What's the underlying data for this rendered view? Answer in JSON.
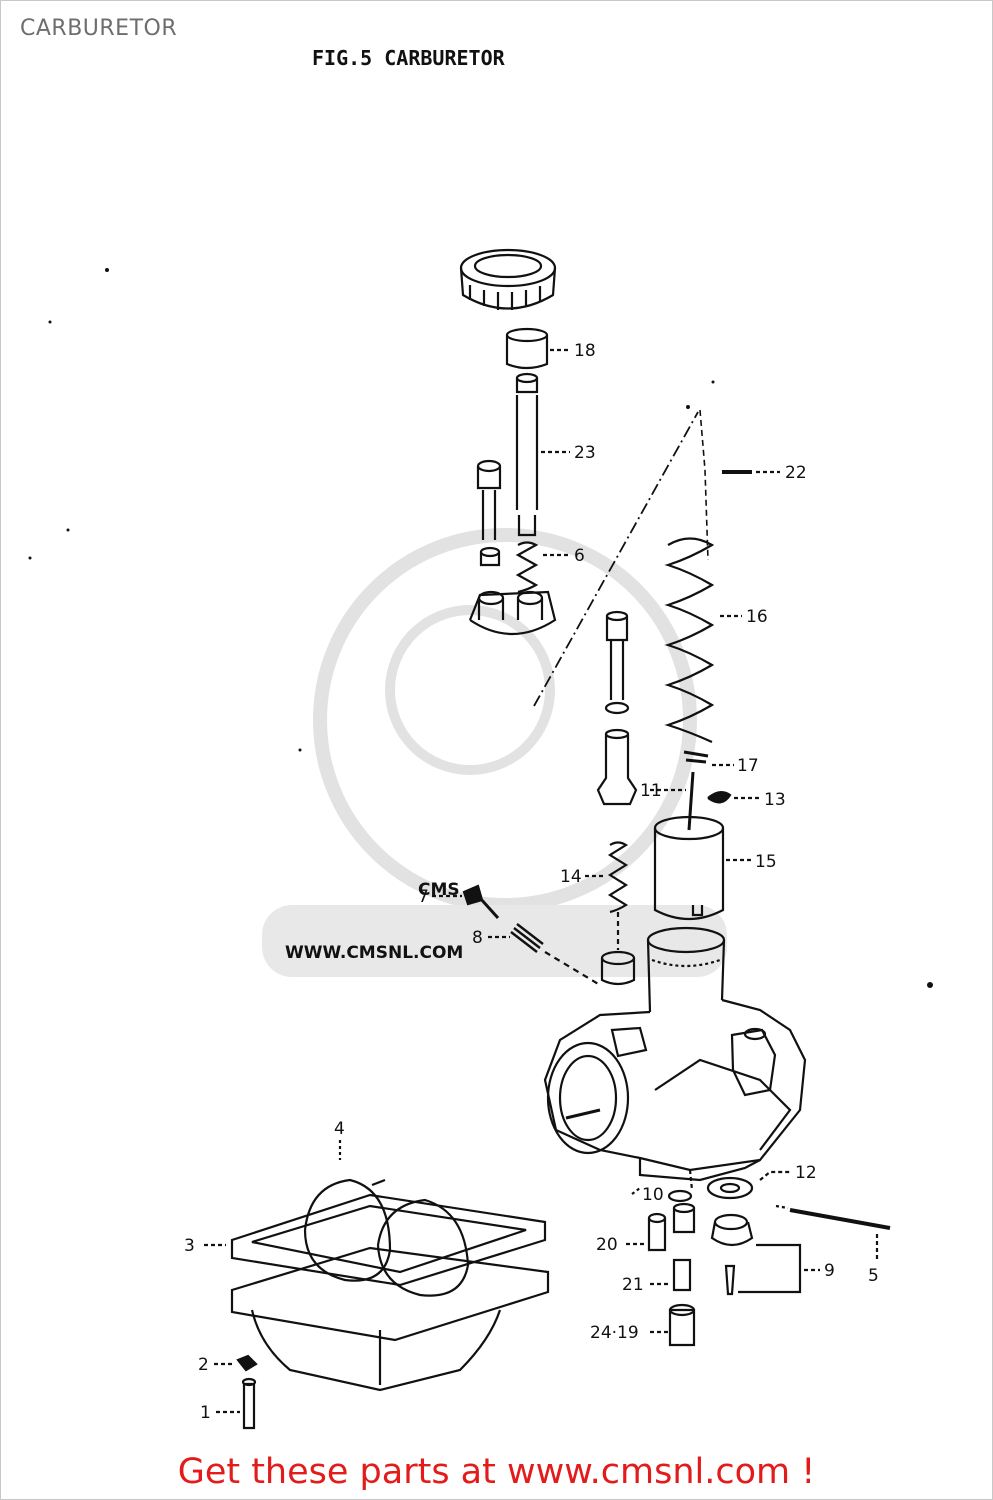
{
  "page": {
    "title": "CARBURETOR"
  },
  "figure": {
    "title": "FIG.5  CARBURETOR"
  },
  "watermark": {
    "brand": "CMS",
    "url": "WWW.CMSNL.COM"
  },
  "callouts": {
    "c1": "1",
    "c2": "2",
    "c3": "3",
    "c4": "4",
    "c5": "5",
    "c6": "6",
    "c7": "7",
    "c8": "8",
    "c9": "9",
    "c10": "10",
    "c11": "11",
    "c12": "12",
    "c13": "13",
    "c14": "14",
    "c15": "15",
    "c16": "16",
    "c17": "17",
    "c18": "18",
    "c20": "20",
    "c21": "21",
    "c22": "22",
    "c23": "23",
    "c2419": "24·19"
  },
  "footer": {
    "cta": "Get these parts at www.cmsnl.com !"
  },
  "colors": {
    "cta": "#e21b1b",
    "ink": "#111111",
    "watermark": "#dcdcdc"
  }
}
